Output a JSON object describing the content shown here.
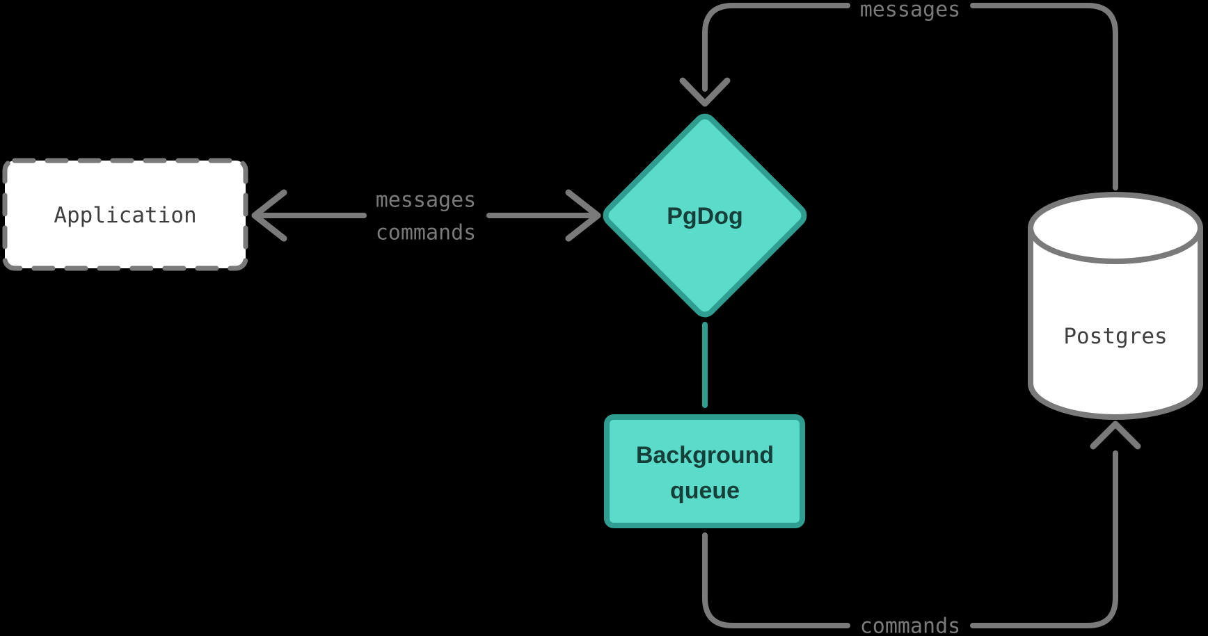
{
  "diagram": {
    "description": "PgDog architecture flow diagram",
    "nodes": {
      "application": {
        "label": "Application",
        "shape": "dashed-rectangle"
      },
      "pgdog": {
        "label": "PgDog",
        "shape": "diamond"
      },
      "background_queue": {
        "label_line1": "Background",
        "label_line2": "queue",
        "shape": "rectangle"
      },
      "postgres": {
        "label": "Postgres",
        "shape": "cylinder"
      }
    },
    "edges": {
      "app_pgdog": {
        "direction": "bidirectional",
        "label_top": "messages",
        "label_bottom": "commands"
      },
      "postgres_pgdog": {
        "direction": "postgres-to-pgdog",
        "label": "messages"
      },
      "queue_postgres": {
        "direction": "queue-to-postgres",
        "label": "commands"
      },
      "pgdog_queue": {
        "direction": "undirected",
        "label": ""
      }
    }
  },
  "colors": {
    "background": "#000000",
    "connector_gray": "#7a7a7a",
    "label_gray": "#7a7a7a",
    "node_white_fill": "#ffffff",
    "mono_text_dark": "#3f3f3f",
    "node_teal_fill": "#5bdbc9",
    "node_teal_stroke": "#2f9e91",
    "teal_text_dark": "#173f3a"
  }
}
